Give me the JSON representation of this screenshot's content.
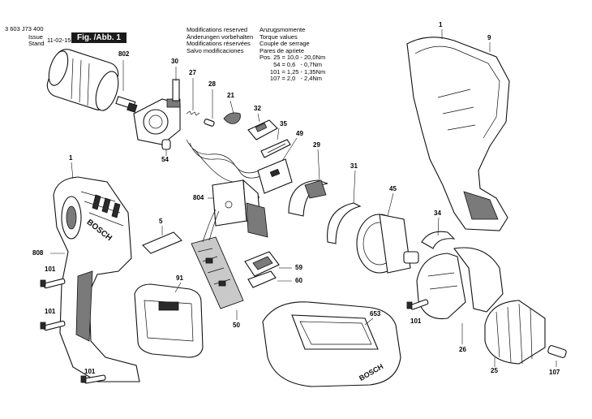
{
  "header": {
    "part_number": "3 603 J73 400",
    "issue_label": "Issue",
    "stand_label": "Stand",
    "date": "11-02-15",
    "figure_label": "Fig. /Abb. 1"
  },
  "modifications_notice": [
    "Modifications reserved",
    "Änderungen vorbehalten",
    "Modifications réservées",
    "Salvo modificaciones"
  ],
  "torque_notice": {
    "titles": [
      "Anzugsmomente",
      "Torque values",
      "Couple de serrage",
      "Pares de apriete"
    ],
    "rows": [
      {
        "pos": "Pos. 25",
        "eq": "=",
        "min": "10,0",
        "dash": "-",
        "max": "20,0Nm"
      },
      {
        "pos": "54",
        "eq": "=",
        "min": "0,6",
        "dash": "-",
        "max": "0,7Nm"
      },
      {
        "pos": "101",
        "eq": "=",
        "min": "1,25",
        "dash": "-",
        "max": "1,35Nm"
      },
      {
        "pos": "107",
        "eq": "=",
        "min": "2,0",
        "dash": "-",
        "max": "2,4Nm"
      }
    ]
  },
  "callouts": {
    "c1_top": "1",
    "c9": "9",
    "c802": "802",
    "c30": "30",
    "c27": "27",
    "c28": "28",
    "c21": "21",
    "c32": "32",
    "c35": "35",
    "c49": "49",
    "c54": "54",
    "c1_left": "1",
    "c804": "804",
    "c29": "29",
    "c31": "31",
    "c45": "45",
    "c34": "34",
    "c5": "5",
    "c808": "808",
    "c101_a": "101",
    "c101_b": "101",
    "c101_c": "101",
    "c101_d": "101",
    "c91": "91",
    "c59": "59",
    "c60": "60",
    "c50": "50",
    "c653": "653",
    "c26": "26",
    "c25": "25",
    "c107": "107"
  },
  "printed_marks": {
    "brand": "BOSCH",
    "charger_brand": "BOSCH"
  }
}
